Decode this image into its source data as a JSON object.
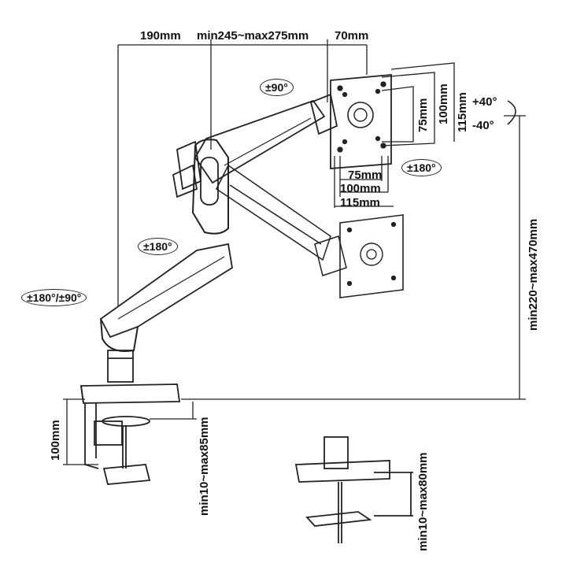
{
  "dimensions": {
    "top_left": "190mm",
    "top_middle": "min245~max275mm",
    "top_right": "70mm",
    "vesa_h_small": "75mm",
    "vesa_h_mid": "100mm",
    "vesa_h_large": "115mm",
    "vesa_v_small": "75mm",
    "vesa_v_mid": "100mm",
    "vesa_v_large": "115mm",
    "height_range": "min220~max470mm",
    "base_height": "100mm",
    "clamp_range": "min10~max85mm",
    "grommet_range": "min10~max80mm"
  },
  "rotations": {
    "head_swivel": "±90°",
    "screen_rotate": "±180°",
    "elbow": "±180°",
    "base": "±180°/±90°"
  },
  "tilt": {
    "up": "+40°",
    "down": "-40°"
  }
}
